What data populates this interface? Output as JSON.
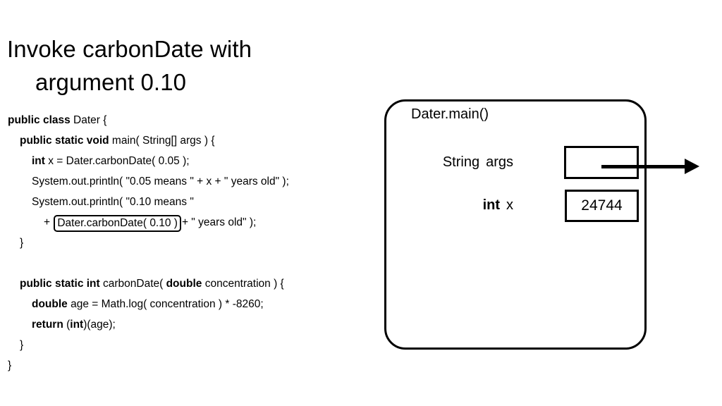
{
  "slide": {
    "title_line_1": "Invoke carbonDate with",
    "title_line_2": "argument 0.10"
  },
  "code": {
    "lines": [
      {
        "indent": 0,
        "segments": [
          {
            "t": "public class ",
            "bold": true
          },
          {
            "t": "Dater {",
            "bold": false
          }
        ]
      },
      {
        "indent": 1,
        "segments": [
          {
            "t": "public static void ",
            "bold": true
          },
          {
            "t": "main( String[] args ) {",
            "bold": false
          }
        ]
      },
      {
        "indent": 2,
        "segments": [
          {
            "t": "int ",
            "bold": true
          },
          {
            "t": "x = Dater.carbonDate( 0.05 );",
            "bold": false
          }
        ]
      },
      {
        "indent": 2,
        "segments": [
          {
            "t": "System.out.println( \"0.05 means \" + x + \" years old\" );",
            "bold": false
          }
        ]
      },
      {
        "indent": 2,
        "segments": [
          {
            "t": "System.out.println( \"0.10 means \"",
            "bold": false
          }
        ]
      },
      {
        "indent": 3,
        "segments": [
          {
            "t": "+ ",
            "bold": false
          },
          {
            "t": "Dater.carbonDate( 0.10 )",
            "bold": false,
            "boxed": true
          },
          {
            "t": "+ \" years old\" );",
            "bold": false
          }
        ]
      },
      {
        "indent": 1,
        "segments": [
          {
            "t": "}",
            "bold": false
          }
        ]
      },
      {
        "indent": 0,
        "segments": []
      },
      {
        "indent": 1,
        "segments": [
          {
            "t": "public static int ",
            "bold": true
          },
          {
            "t": "carbonDate( ",
            "bold": false
          },
          {
            "t": "double ",
            "bold": true
          },
          {
            "t": "concentration ) {",
            "bold": false
          }
        ]
      },
      {
        "indent": 2,
        "segments": [
          {
            "t": "double ",
            "bold": true
          },
          {
            "t": "age = Math.log( concentration ) * -8260;",
            "bold": false
          }
        ]
      },
      {
        "indent": 2,
        "segments": [
          {
            "t": "return ",
            "bold": true
          },
          {
            "t": "(",
            "bold": false
          },
          {
            "t": "int",
            "bold": true
          },
          {
            "t": ")(age);",
            "bold": false
          }
        ]
      },
      {
        "indent": 1,
        "segments": [
          {
            "t": "}",
            "bold": false
          }
        ]
      },
      {
        "indent": 0,
        "segments": [
          {
            "t": "}",
            "bold": false
          }
        ]
      }
    ]
  },
  "diagram": {
    "frame_title": "Dater.main()",
    "variables": [
      {
        "type": "String",
        "type_bold": false,
        "name": "args",
        "value": "",
        "has_pointer": true
      },
      {
        "type": "int",
        "type_bold": true,
        "name": "x",
        "value": "24744",
        "has_pointer": false
      }
    ]
  },
  "colors": {
    "stroke": "#000000",
    "background": "#ffffff",
    "text": "#000000"
  }
}
